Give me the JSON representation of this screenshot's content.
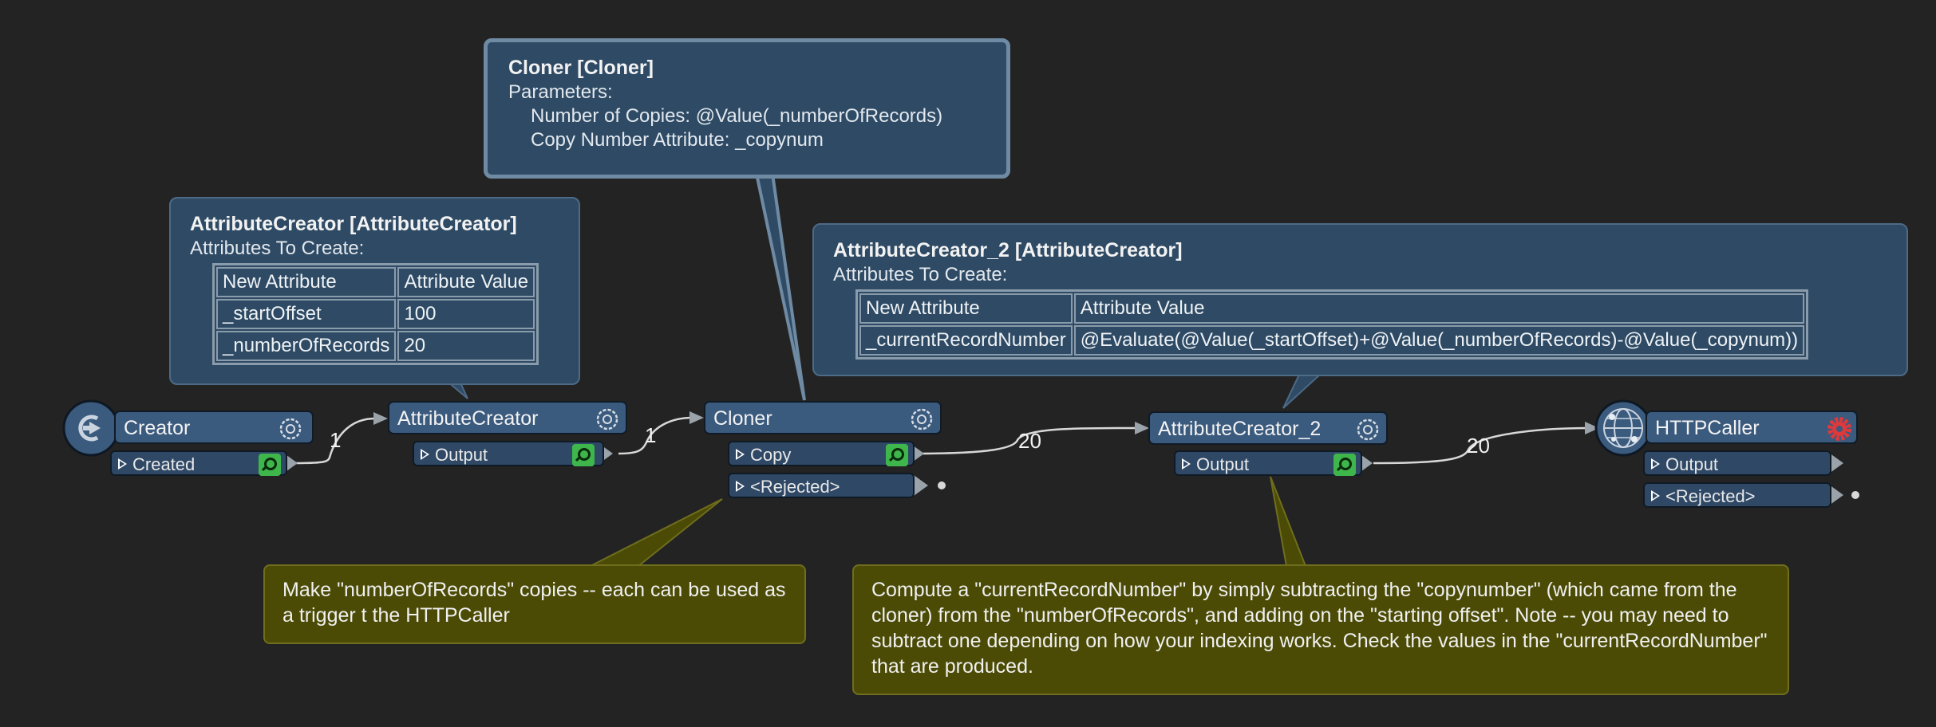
{
  "tooltips": {
    "attribute_creator": {
      "title": "AttributeCreator [AttributeCreator]",
      "subtitle": "Attributes To Create:",
      "header": [
        "New Attribute",
        "Attribute Value"
      ],
      "rows": [
        [
          "_startOffset",
          "100"
        ],
        [
          "_numberOfRecords",
          "20"
        ]
      ]
    },
    "cloner": {
      "title": "Cloner [Cloner]",
      "subtitle": "Parameters:",
      "lines": [
        "Number of Copies: @Value(_numberOfRecords)",
        "Copy Number Attribute: _copynum"
      ]
    },
    "attribute_creator_2": {
      "title": "AttributeCreator_2 [AttributeCreator]",
      "subtitle": "Attributes To Create:",
      "header": [
        "New Attribute",
        "Attribute Value"
      ],
      "rows": [
        [
          "_currentRecordNumber",
          "@Evaluate(@Value(_startOffset)+@Value(_numberOfRecords)-@Value(_copynum))"
        ]
      ]
    }
  },
  "nodes": {
    "creator": {
      "label": "Creator",
      "ports": [
        "Created"
      ],
      "icon": "creator-icon"
    },
    "attribute_creator": {
      "label": "AttributeCreator",
      "ports": [
        "Output"
      ],
      "icon": "gear-icon"
    },
    "cloner": {
      "label": "Cloner",
      "ports": [
        "Copy",
        "<Rejected>"
      ],
      "icon": "gear-icon"
    },
    "attribute_creator_2": {
      "label": "AttributeCreator_2",
      "ports": [
        "Output"
      ],
      "icon": "gear-icon"
    },
    "http_caller": {
      "label": "HTTPCaller",
      "ports": [
        "Output",
        "<Rejected>"
      ],
      "icon": "globe-icon",
      "settings_color": "#e0393b"
    }
  },
  "connections": {
    "c1": "1",
    "c2": "1",
    "c3": "20",
    "c4": "20"
  },
  "notes": {
    "cloner_note": "Make \"numberOfRecords\" copies -- each can be used as a trigger t the HTTPCaller",
    "compute_note": "Compute a \"currentRecordNumber\" by simply subtracting the \"copynumber\" (which came from the cloner) from the \"numberOfRecords\", and adding on the \"starting offset\".  Note -- you may need to subtract one depending on how your indexing works.  Check the values in the \"currentRecordNumber\" that are produced."
  },
  "colors": {
    "canvas": "#232323",
    "node": "#3a5a7e",
    "port": "#2e4866",
    "tooltip": "#2e4a64",
    "note": "#4b4b06",
    "inspect": "#3fb64b"
  }
}
